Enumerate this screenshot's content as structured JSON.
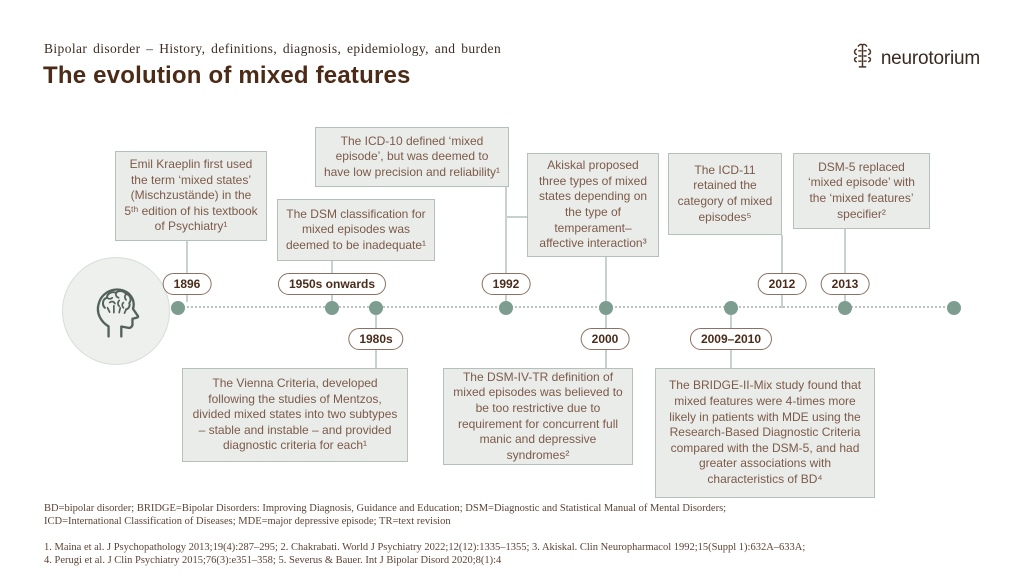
{
  "header": {
    "eyebrow": "Bipolar disorder – History, definitions, diagnosis, epidemiology, and burden",
    "title": "The evolution of mixed features",
    "logo_text": "neurotorium"
  },
  "colors": {
    "title_brown": "#4b2a17",
    "box_text_brown": "#7d5a49",
    "box_fill": "#e9ece9",
    "dot_green": "#7e9d91",
    "pill_border": "#8b7164",
    "connector": "#c7d2cc"
  },
  "icons": {
    "logo_icon": "neurotorium-brain-icon",
    "timeline_icon": "head-brain-icon"
  },
  "pills": {
    "y1896": "1896",
    "y1950s": "1950s onwards",
    "y1980s": "1980s",
    "y1992": "1992",
    "y2000": "2000",
    "y2009_2010": "2009–2010",
    "y2012": "2012",
    "y2013": "2013"
  },
  "boxes": {
    "kraeplin": "Emil Kraeplin first used the term ‘mixed states’ (Mischzustände) in the 5ᵗʰ edition of his textbook of Psychiatry¹",
    "icd10": "The ICD-10 defined ‘mixed episode’, but was deemed to have low precision and reliability¹",
    "dsm": "The DSM classification for mixed episodes was deemed to be inadequate¹",
    "akiskal": "Akiskal proposed three types of mixed states depending on the type of temperament–affective interaction³",
    "icd11": "The ICD-11 retained the category of mixed episodes⁵",
    "dsm5": "DSM-5 replaced ‘mixed episode’ with the ‘mixed features’ specifier²",
    "vienna": "The Vienna Criteria, developed following the studies of Mentzos, divided mixed states into two subtypes – stable and instable – and provided diagnostic criteria for each¹",
    "dsmivtr": "The DSM-IV-TR definition of mixed episodes was believed to be too restrictive due to requirement for concurrent full manic and depressive syndromes²",
    "bridge": "The BRIDGE-II-Mix study found that mixed features were 4-times more likely in patients with MDE using the Research-Based Diagnostic Criteria compared with the DSM-5, and had greater associations with characteristics of BD⁴"
  },
  "footer": {
    "abbrev_line1": "BD=bipolar disorder; BRIDGE=Bipolar Disorders: Improving Diagnosis, Guidance and Education; DSM=Diagnostic and Statistical Manual of Mental Disorders;",
    "abbrev_line2": "ICD=International Classification of Diseases; MDE=major depressive episode; TR=text revision",
    "refs_line1": "1. Maina et al. J Psychopathology 2013;19(4):287–295;  2. Chakrabati. World J Psychiatry 2022;12(12):1335–1355;  3. Akiskal. Clin Neuropharmacol 1992;15(Suppl 1):632A–633A;",
    "refs_line2": "4. Perugi et al. J Clin Psychiatry 2015;76(3):e351–358;  5. Severus & Bauer. Int J Bipolar Disord 2020;8(1):4"
  }
}
